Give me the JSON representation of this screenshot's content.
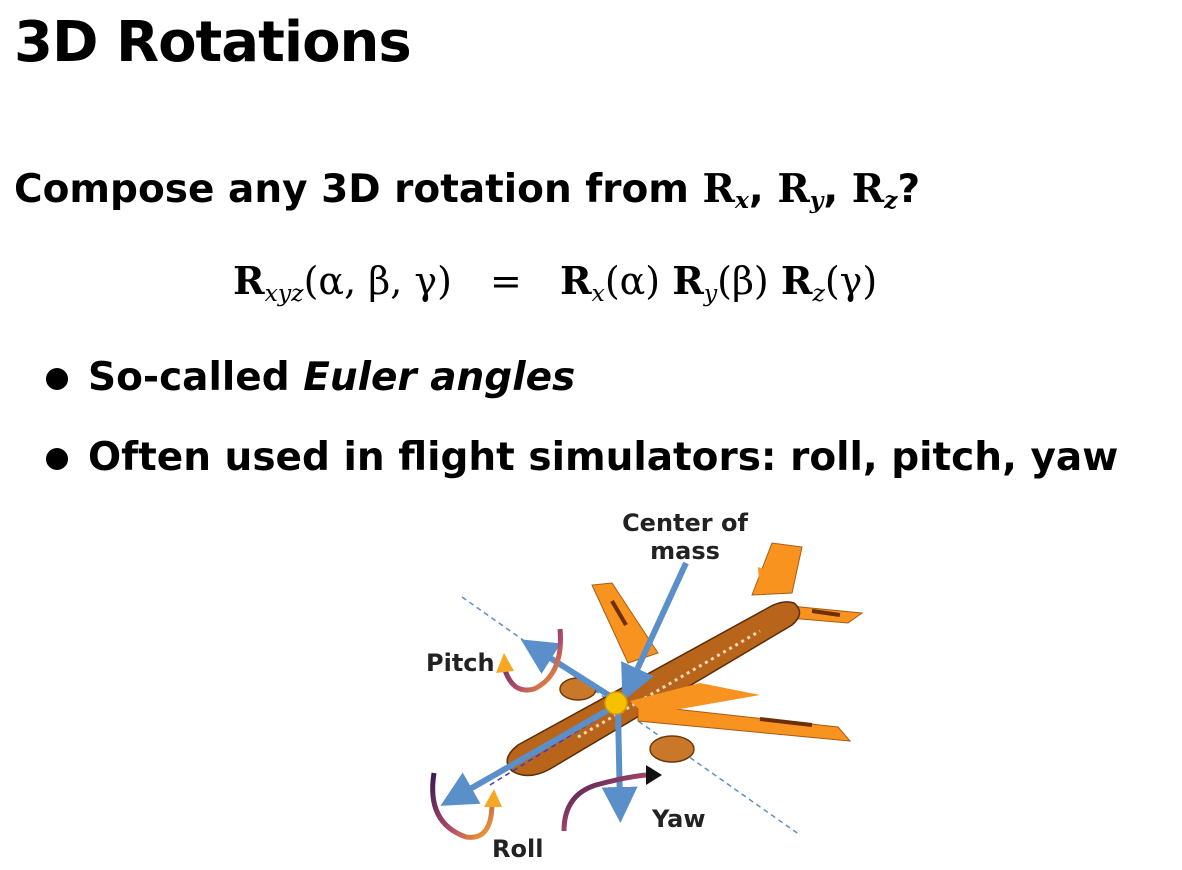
{
  "title": "3D Rotations",
  "question": {
    "prefix": "Compose any 3D rotation from",
    "R": "R",
    "sub_x": "x",
    "sub_y": "y",
    "sub_z": "z",
    "comma": ",",
    "suffix": "?"
  },
  "equation": {
    "lhs_R": "R",
    "lhs_sub": "xyz",
    "lhs_args": "(α, β, γ)",
    "equals": "=",
    "rx": "R",
    "rx_sub": "x",
    "rx_arg": "(α)",
    "ry": "R",
    "ry_sub": "y",
    "ry_arg": "(β)",
    "rz": "R",
    "rz_sub": "z",
    "rz_arg": "(γ)"
  },
  "bullets": [
    {
      "prefix": "So-called ",
      "emphasis": "Euler angles"
    },
    {
      "text": "Often used in flight simulators: roll, pitch, yaw"
    }
  ],
  "figure": {
    "labels": {
      "center_line1": "Center of",
      "center_line2": "mass",
      "pitch": "Pitch",
      "roll": "Roll",
      "yaw": "Yaw"
    },
    "colors": {
      "fuselage": "#b8651b",
      "wing": "#f7931e",
      "arrow": "#5b8fc9",
      "center": "#f6c200"
    }
  }
}
